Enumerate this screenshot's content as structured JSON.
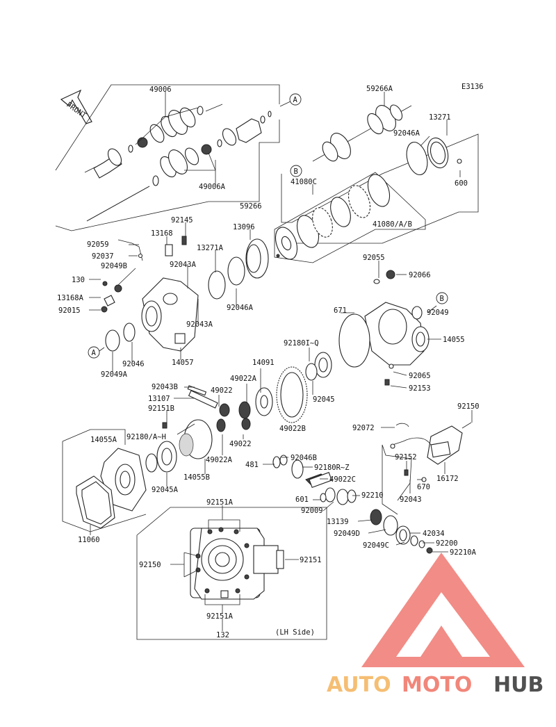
{
  "diagram_code": "E3136",
  "front_label": "FRONT",
  "ref_markers": [
    "A",
    "B"
  ],
  "lh_side_label": "(LH Side)",
  "parts": {
    "p49006": "49006",
    "p49006A": "49006A",
    "p59266": "59266",
    "p59266A": "59266A",
    "p13271": "13271",
    "p92046A_top": "92046A",
    "p600": "600",
    "p41080C": "41080C",
    "p41080AB": "41080/A/B",
    "p92145": "92145",
    "p13168": "13168",
    "p92059": "92059",
    "p92037": "92037",
    "p92049B": "92049B",
    "p130": "130",
    "p13168A": "13168A",
    "p92015": "92015",
    "p13096": "13096",
    "p13271A": "13271A",
    "p92043A_1": "92043A",
    "p92043A_2": "92043A",
    "p92046A_mid": "92046A",
    "p14057": "14057",
    "p92046": "92046",
    "p92049A": "92049A",
    "p92055": "92055",
    "p92066": "92066",
    "p92049": "92049",
    "p671": "671",
    "p14055": "14055",
    "p92180IQ": "92180I~Q",
    "p14091": "14091",
    "p49022A_1": "49022A",
    "p92045": "92045",
    "p92065": "92065",
    "p92153": "92153",
    "p92043B": "92043B",
    "p49022_1": "49022",
    "p13107": "13107",
    "p92151B": "92151B",
    "p49022B": "49022B",
    "p92180AH": "92180/A~H",
    "p49022_2": "49022",
    "p14055A": "14055A",
    "p49022A_2": "49022A",
    "p14055B": "14055B",
    "p92045A": "92045A",
    "p11060": "11060",
    "p92150_top": "92150",
    "p92072": "92072",
    "p92152": "92152",
    "p16172": "16172",
    "p670": "670",
    "p92043": "92043",
    "p92046B": "92046B",
    "p481": "481",
    "p92180RZ": "92180R~Z",
    "p49022C": "49022C",
    "p601": "601",
    "p92210": "92210",
    "p92009": "92009",
    "p13139": "13139",
    "p92049D": "92049D",
    "p42034": "42034",
    "p92049C": "92049C",
    "p92200": "92200",
    "p92210A": "92210A",
    "p92151A_top": "92151A",
    "p92150_box": "92150",
    "p92151_box": "92151",
    "p92151A_bot": "92151A",
    "p132": "132"
  },
  "watermark": {
    "part1": "AUTO",
    "part2": "MOTO",
    "part3": "HUB"
  },
  "colors": {
    "watermark_auto": "#f5b865",
    "watermark_moto": "#f07a6c",
    "watermark_hub": "#3e3e3e",
    "watermark_triangle": "#ee6a62"
  }
}
